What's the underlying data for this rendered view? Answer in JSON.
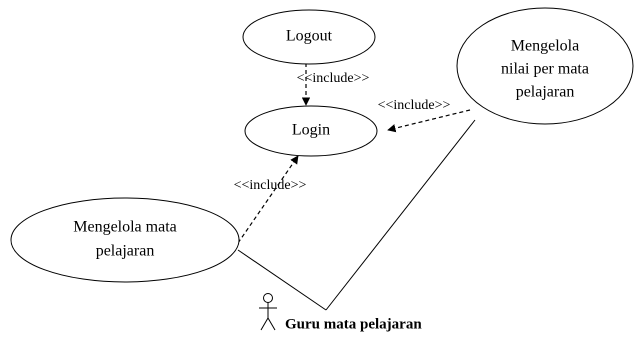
{
  "use_cases": {
    "logout": "Logout",
    "login": "Login",
    "mengelola_nilai": [
      "Mengelola",
      "nilai per mata",
      "pelajaran"
    ],
    "mengelola_mata": [
      "Mengelola mata",
      "pelajaran"
    ]
  },
  "relations": {
    "logout_login": "<<include>>",
    "nilai_login": "<<include>>",
    "mata_login": "<<include>>"
  },
  "actor": {
    "label": "Guru mata pelajaran"
  },
  "colors": {
    "stroke": "#000000",
    "background": "#ffffff"
  }
}
